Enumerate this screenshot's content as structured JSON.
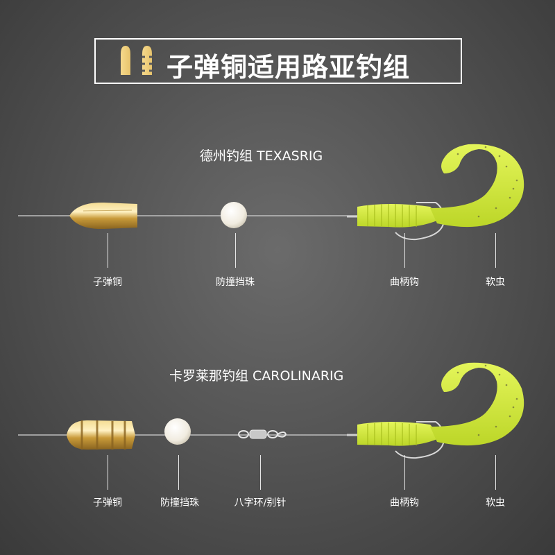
{
  "header": {
    "title": "子弹铜适用路亚钓组",
    "icon": "bullet-weights-icon"
  },
  "rigs": [
    {
      "heading": "德州钓组  TEXASRIG",
      "parts": [
        {
          "label": "子弹铜",
          "icon": "bullet-weight-smooth-icon"
        },
        {
          "label": "防撞挡珠",
          "icon": "bead-icon"
        },
        {
          "label": "曲柄钩",
          "icon": "offset-hook-icon"
        },
        {
          "label": "软虫",
          "icon": "grub-worm-icon"
        }
      ]
    },
    {
      "heading": "卡罗莱那钓组  CAROLINARIG",
      "parts": [
        {
          "label": "子弹铜",
          "icon": "bullet-weight-grooved-icon"
        },
        {
          "label": "防撞挡珠",
          "icon": "bead-icon"
        },
        {
          "label": "八字环/别针",
          "icon": "swivel-snap-icon"
        },
        {
          "label": "曲柄钩",
          "icon": "offset-hook-icon"
        },
        {
          "label": "软虫",
          "icon": "grub-worm-icon"
        }
      ]
    }
  ],
  "colors": {
    "brass": "#d8b45a",
    "worm": "#d6ef3a",
    "bead": "#f4f1e6",
    "line": "#b8b8b8"
  }
}
